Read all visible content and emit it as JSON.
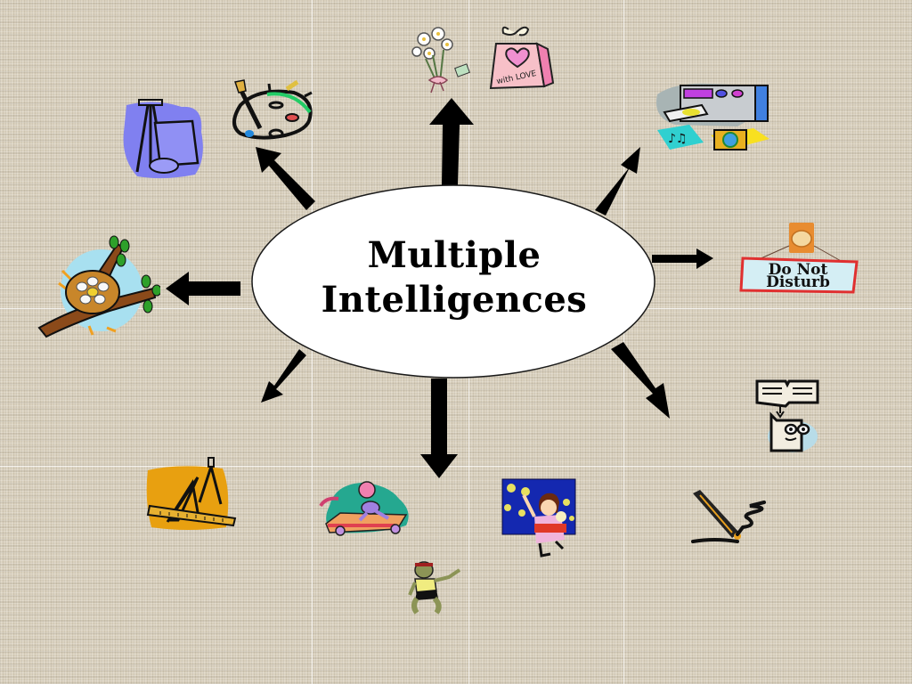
{
  "slide": {
    "title_line1": "Multiple",
    "title_line2": "Intelligences",
    "background_color": "#d9d0bd",
    "ellipse_fill": "#ffffff",
    "arrow_color": "#000000"
  },
  "clipart": [
    {
      "name": "easel-painting",
      "label": ""
    },
    {
      "name": "paint-palette",
      "label": ""
    },
    {
      "name": "flowers-gift-bag",
      "label": "with LOVE"
    },
    {
      "name": "stereo-music-cd",
      "label": ""
    },
    {
      "name": "do-not-disturb-sign",
      "line1": "Do Not",
      "line2": "Disturb"
    },
    {
      "name": "book-reading-thinking",
      "label": ""
    },
    {
      "name": "pencil-writing",
      "label": ""
    },
    {
      "name": "dancing-girl-kimono",
      "label": ""
    },
    {
      "name": "boy-dancing",
      "label": ""
    },
    {
      "name": "treadmill-runner",
      "label": ""
    },
    {
      "name": "geometry-tools",
      "label": ""
    },
    {
      "name": "bird-nest",
      "label": ""
    }
  ]
}
